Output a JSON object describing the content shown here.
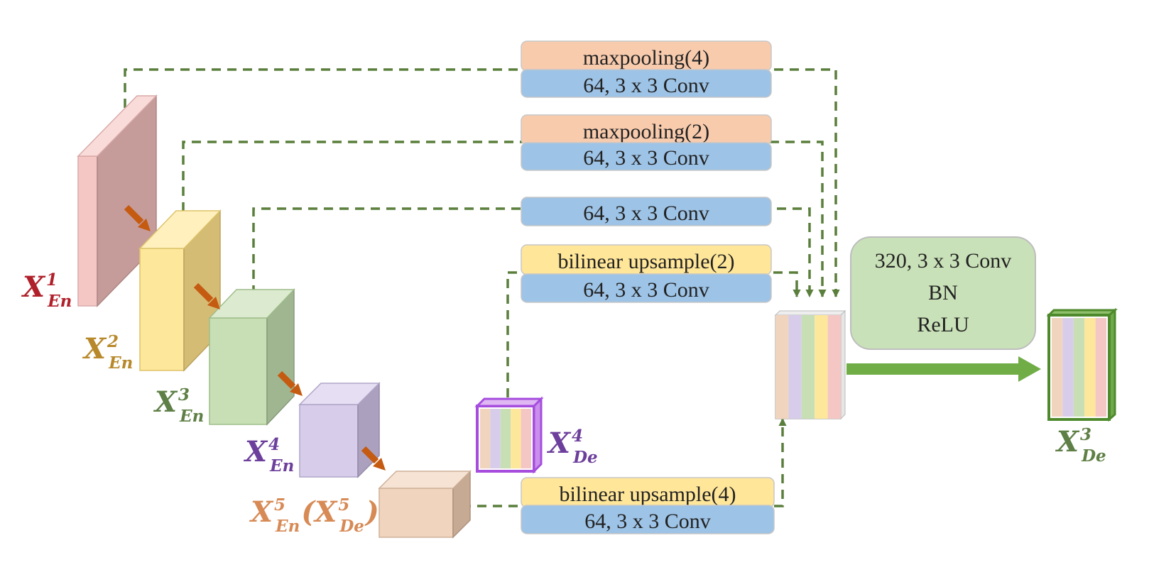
{
  "blocks": {
    "maxpool4": "maxpooling(4)",
    "conv_a": "64, 3 x 3 Conv",
    "maxpool2": "maxpooling(2)",
    "conv_b": "64, 3 x 3 Conv",
    "conv_c": "64, 3 x 3 Conv",
    "up2": "bilinear upsample(2)",
    "conv_d": "64, 3 x 3 Conv",
    "up4": "bilinear upsample(4)",
    "conv_e": "64, 3 x 3 Conv"
  },
  "fusion": {
    "line1": "320, 3 x 3 Conv",
    "line2": "BN",
    "line3": "ReLU"
  },
  "labels": {
    "en1": {
      "base": "X",
      "sup": "1",
      "sub": "En"
    },
    "en2": {
      "base": "X",
      "sup": "2",
      "sub": "En"
    },
    "en3": {
      "base": "X",
      "sup": "3",
      "sub": "En"
    },
    "en4": {
      "base": "X",
      "sup": "4",
      "sub": "En"
    },
    "en5": {
      "base": "X",
      "sup": "5",
      "sub": "En",
      "paren_open": "(",
      "base2": "X",
      "sup2": "5",
      "sub2": "De",
      "paren_close": ")"
    },
    "de4": {
      "base": "X",
      "sup": "4",
      "sub": "De"
    },
    "de3": {
      "base": "X",
      "sup": "3",
      "sub": "De"
    }
  },
  "colors": {
    "en1": "#f4c7c5",
    "en2": "#fde79a",
    "en3": "#c8dfb5",
    "en4": "#d7cdea",
    "en5": "#f0d4bd",
    "lbl_en1": "#b0202a",
    "lbl_en2": "#b8892a",
    "lbl_en3": "#5e7f45",
    "lbl_en4": "#6d3f9c",
    "lbl_en5": "#d78a55",
    "lbl_de4": "#6d3f9c",
    "lbl_de3": "#5e7f45",
    "conv": "#9dc3e6",
    "maxpool": "#f8cbad",
    "upsample": "#ffe699",
    "fusion": "#c9e1b8",
    "skip": "#5a7f3c",
    "down_arrow": "#c55a11",
    "out_arrow": "#70ad47",
    "de4_border": "#a64dde"
  },
  "icons": [
    "down-arrow-icon",
    "output-arrow-icon",
    "skip-arrow-icon"
  ]
}
